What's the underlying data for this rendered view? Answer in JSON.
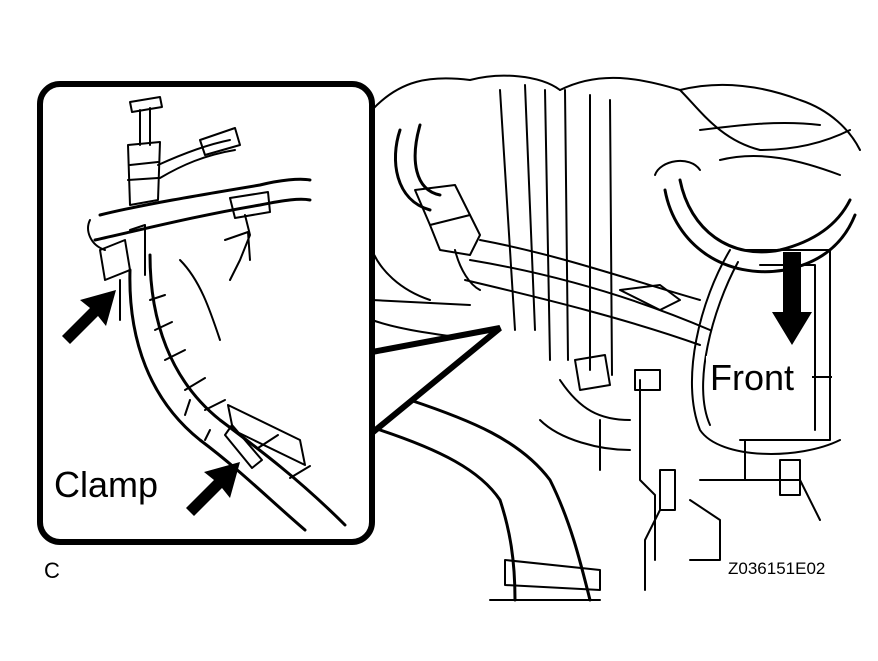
{
  "labels": {
    "clamp": "Clamp",
    "front": "Front",
    "view_letter": "C",
    "figure_code": "Z036151E02"
  },
  "icons": {
    "arrow_pointer_upper": "pointer-arrow-icon",
    "arrow_pointer_clamp": "pointer-arrow-icon",
    "front_direction": "down-arrow-icon"
  },
  "colors": {
    "ink": "#000000",
    "paper": "#ffffff"
  }
}
